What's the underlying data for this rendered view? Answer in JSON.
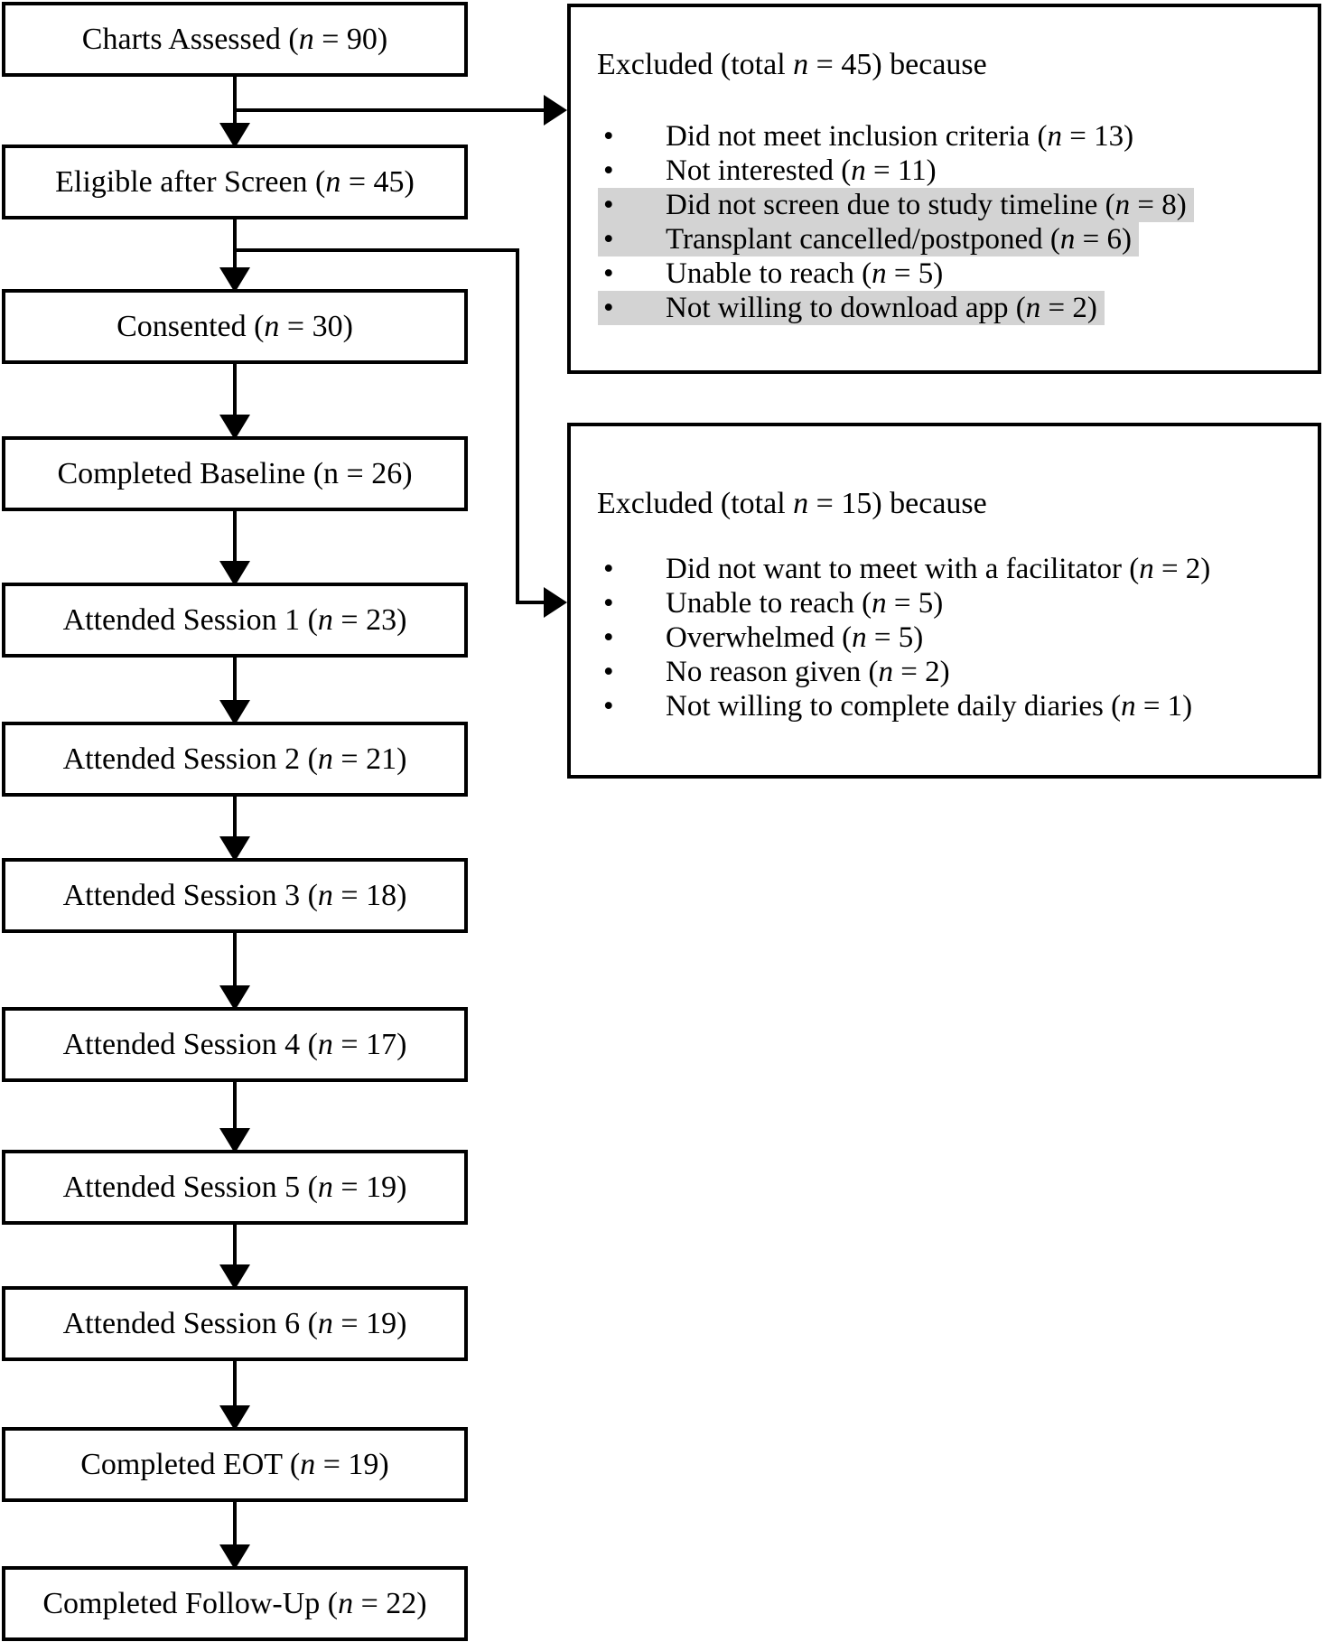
{
  "styles": {
    "highlight_color": "#d3d3d3",
    "line_color": "#000000",
    "bullet_glyph": "•",
    "separator": " = "
  },
  "flow": {
    "boxes": [
      {
        "name": "charts-assessed",
        "pre": "Charts Assessed (",
        "n": "n",
        "val": "90",
        "post": ")",
        "italic": true
      },
      {
        "name": "eligible-after-screen",
        "pre": "Eligible after Screen (",
        "n": "n",
        "val": "45",
        "post": ")",
        "italic": true
      },
      {
        "name": "consented",
        "pre": "Consented (",
        "n": "n",
        "val": "30",
        "post": ")",
        "italic": true
      },
      {
        "name": "completed-baseline",
        "pre": "Completed Baseline (",
        "n": "n",
        "val": "26",
        "post": ")",
        "italic": false
      },
      {
        "name": "attended-session-1",
        "pre": "Attended Session 1 (",
        "n": "n",
        "val": "23",
        "post": ")",
        "italic": true
      },
      {
        "name": "attended-session-2",
        "pre": "Attended Session 2 (",
        "n": "n",
        "val": "21",
        "post": ")",
        "italic": true
      },
      {
        "name": "attended-session-3",
        "pre": "Attended Session 3 (",
        "n": "n",
        "val": "18",
        "post": ")",
        "italic": true
      },
      {
        "name": "attended-session-4",
        "pre": "Attended Session 4 (",
        "n": "n",
        "val": "17",
        "post": ")",
        "italic": true
      },
      {
        "name": "attended-session-5",
        "pre": "Attended Session 5 (",
        "n": "n",
        "val": "19",
        "post": ")",
        "italic": true
      },
      {
        "name": "attended-session-6",
        "pre": "Attended Session 6 (",
        "n": "n",
        "val": "19",
        "post": ")",
        "italic": true
      },
      {
        "name": "completed-eot",
        "pre": "Completed EOT (",
        "n": "n",
        "val": "19",
        "post": ")",
        "italic": true
      },
      {
        "name": "completed-follow-up",
        "pre": "Completed Follow-Up (",
        "n": "n",
        "val": "22",
        "post": ")",
        "italic": true
      }
    ]
  },
  "exclusions": [
    {
      "name": "excluded-total-45",
      "header": {
        "pre": "Excluded (total ",
        "n": "n",
        "val": "45",
        "post": ") because",
        "italic": true
      },
      "bullets": [
        {
          "pre": "Did not meet inclusion criteria (",
          "n": "n",
          "val": "13",
          "post": ")",
          "italic": true,
          "highlight": false
        },
        {
          "pre": "Not interested (",
          "n": "n",
          "val": "11",
          "post": ")",
          "italic": true,
          "highlight": false
        },
        {
          "pre": "Did not screen due to study timeline (",
          "n": "n",
          "val": "8",
          "post": ")",
          "italic": true,
          "highlight": true
        },
        {
          "pre": "Transplant cancelled/postponed (",
          "n": "n",
          "val": "6",
          "post": ")",
          "italic": true,
          "highlight": true
        },
        {
          "pre": "Unable to reach (",
          "n": "n",
          "val": "5",
          "post": ")",
          "italic": true,
          "highlight": false
        },
        {
          "pre": "Not willing to download app (",
          "n": "n",
          "val": "2",
          "post": ")",
          "italic": true,
          "highlight": true
        }
      ]
    },
    {
      "name": "excluded-total-15",
      "header": {
        "pre": "Excluded (total ",
        "n": "n",
        "val": "15",
        "post": ") because",
        "italic": true
      },
      "bullets": [
        {
          "pre": "Did not want to meet with a facilitator (",
          "n": "n",
          "val": "2",
          "post": ")",
          "italic": true,
          "highlight": false
        },
        {
          "pre": "Unable to reach (",
          "n": "n",
          "val": "5",
          "post": ")",
          "italic": true,
          "highlight": false
        },
        {
          "pre": "Overwhelmed (",
          "n": "n",
          "val": "5",
          "post": ")",
          "italic": true,
          "highlight": false
        },
        {
          "pre": "No reason given (",
          "n": "n",
          "val": "2",
          "post": ")",
          "italic": true,
          "highlight": false
        },
        {
          "pre": "Not willing to complete daily diaries (",
          "n": "n",
          "val": "1",
          "post": ")",
          "italic": true,
          "highlight": false
        }
      ]
    }
  ]
}
